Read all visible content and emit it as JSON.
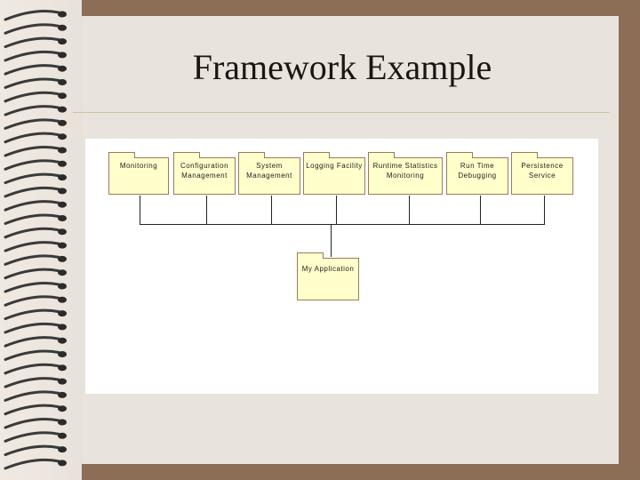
{
  "slide": {
    "title": "Framework Example"
  },
  "diagram": {
    "packages": [
      "Monitoring",
      "Configuration\nManagement",
      "System\nManagement",
      "Logging Facility",
      "Runtime Statistics\nMonitoring",
      "Run Time\nDebugging",
      "Persistence\nService"
    ],
    "center_package": "My Application"
  }
}
